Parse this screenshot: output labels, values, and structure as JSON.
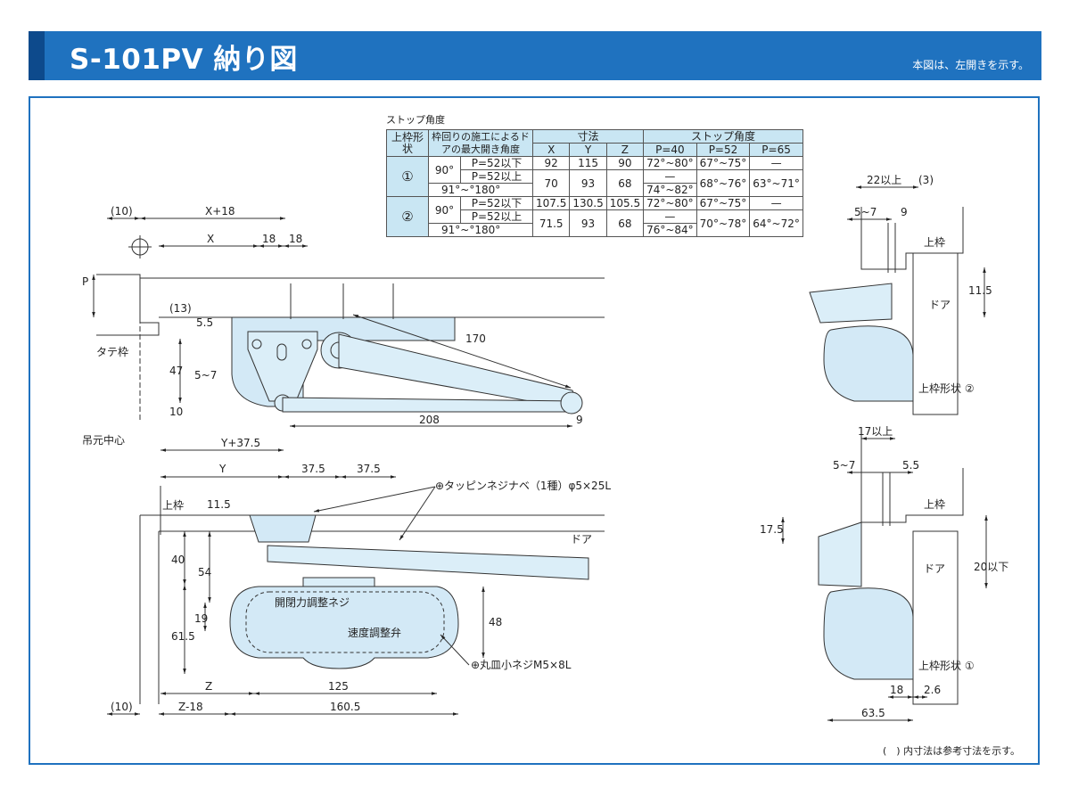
{
  "header": {
    "title": "S-101PV 納り図",
    "note": "本図は、左開きを示す。"
  },
  "footnote": "(　) 内寸法は参考寸法を示す。",
  "stop_table": {
    "caption": "ストップ角度",
    "h_frame": "上枠形状",
    "h_angle": "枠回りの施工によるドアの最大開き角度",
    "h_dims": "寸法",
    "h_stop": "ストップ角度",
    "cols": [
      "X",
      "Y",
      "Z",
      "P=40",
      "P=52",
      "P=65"
    ],
    "rows": [
      {
        "shape": "①",
        "deg90": "90°",
        "cond1": "P=52以下",
        "cond2": "P=52以上",
        "deg180": "91°~°180°",
        "r1": [
          "92",
          "115",
          "90",
          "72°~80°",
          "67°~75°",
          "—"
        ],
        "r2": [
          "70",
          "93",
          "68",
          "—",
          "68°~76°",
          "63°~71°"
        ],
        "r3_p40": "74°~82°"
      },
      {
        "shape": "②",
        "deg90": "90°",
        "cond1": "P=52以下",
        "cond2": "P=52以上",
        "deg180": "91°~°180°",
        "r1": [
          "107.5",
          "130.5",
          "105.5",
          "72°~80°",
          "67°~75°",
          "—"
        ],
        "r2": [
          "71.5",
          "93",
          "68",
          "—",
          "70°~78°",
          "64°~72°"
        ],
        "r3_p40": "76°~84°"
      }
    ]
  },
  "labels": {
    "tate": "タテ枠",
    "tsurimoto": "吊元中心",
    "uwaku": "上枠",
    "door": "ドア",
    "screw_tap": "⊕タッピンネジナベ（1種）φ5×25L",
    "screw_maru": "⊕丸皿小ネジM5×8L",
    "adjust_open": "開閉力調整ネジ",
    "adjust_speed": "速度調整弁",
    "shape2": "上枠形状 ②",
    "shape1": "上枠形状 ①"
  },
  "dims": {
    "d10a": "(10)",
    "xp18": "X+18",
    "x": "X",
    "d18a": "18",
    "d18b": "18",
    "p": "P",
    "d13": "(13)",
    "d55": "5.5",
    "d47": "47",
    "d57a": "5~7",
    "d10": "10",
    "d170": "170",
    "d208": "208",
    "d9": "9",
    "yp375": "Y+37.5",
    "y": "Y",
    "d375a": "37.5",
    "d375b": "37.5",
    "d115": "11.5",
    "d40": "40",
    "d54": "54",
    "d19": "19",
    "d615": "61.5",
    "d48": "48",
    "z": "Z",
    "d125": "125",
    "d10b": "(10)",
    "zm18": "Z-18",
    "d1605": "160.5",
    "d22": "22以上",
    "d3": "(3)",
    "d57b": "5~7",
    "d9b": "9",
    "d115b": "11.5",
    "d17": "17以上",
    "d57c": "5~7",
    "d55b": "5.5",
    "d175": "17.5",
    "d20": "20以下",
    "d18c": "18",
    "d26": "2.6",
    "d635": "63.5"
  },
  "colors": {
    "accent": "#1f72bf",
    "fill": "#d3e9f6",
    "table_head": "#c9e6f3"
  }
}
